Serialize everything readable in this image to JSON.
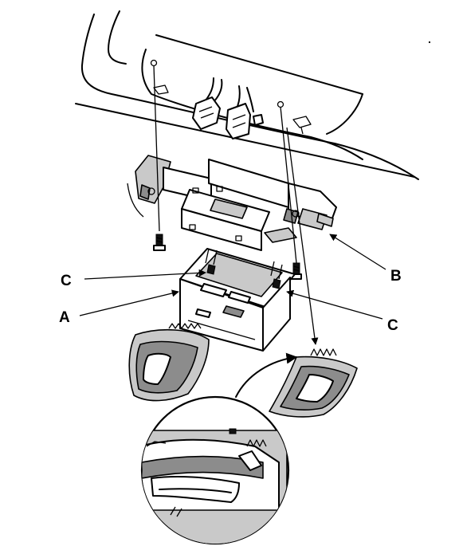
{
  "labels": {
    "a": "A",
    "b": "B",
    "c_left": "C",
    "c_right": "C"
  }
}
